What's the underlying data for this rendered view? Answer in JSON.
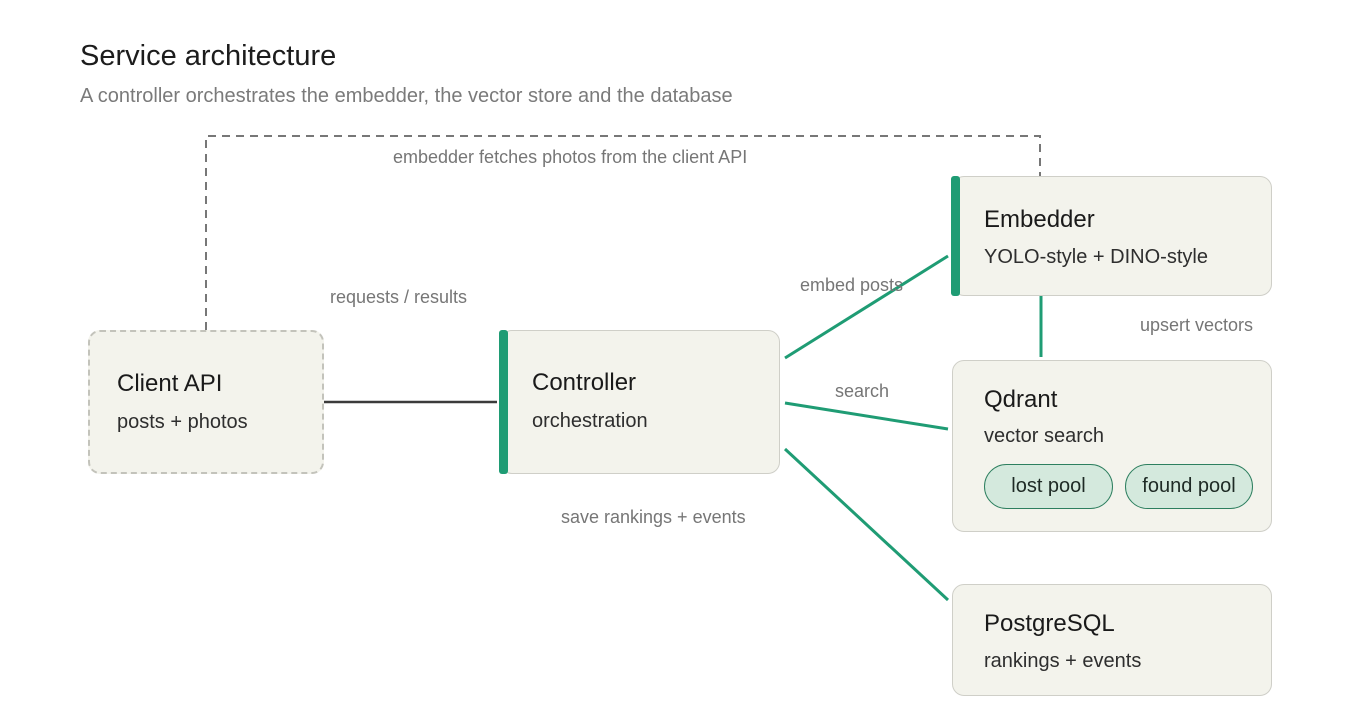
{
  "header": {
    "title": "Service architecture",
    "subtitle": "A controller orchestrates the embedder, the vector store and the database"
  },
  "nodes": {
    "client_api": {
      "name": "Client API",
      "desc": "posts + photos"
    },
    "controller": {
      "name": "Controller",
      "desc": "orchestration"
    },
    "embedder": {
      "name": "Embedder",
      "desc": "YOLO-style + DINO-style"
    },
    "qdrant": {
      "name": "Qdrant",
      "desc": "vector search",
      "pools": [
        "lost pool",
        "found pool"
      ]
    },
    "postgres": {
      "name": "PostgreSQL",
      "desc": "rankings + events"
    }
  },
  "edges": {
    "fetch_photos": "embedder fetches photos from the client API",
    "requests": "requests / results",
    "embed": "embed posts",
    "upsert": "upsert vectors",
    "search": "search",
    "save": "save rankings + events"
  },
  "colors": {
    "accent": "#1f9c74",
    "node_fill": "#f3f3ec",
    "node_border": "#cfcfc8",
    "pill_fill": "#d4e9dd",
    "pill_border": "#2d7f5f",
    "dark_line": "#3b3b3b",
    "dashed_line": "#777777"
  }
}
